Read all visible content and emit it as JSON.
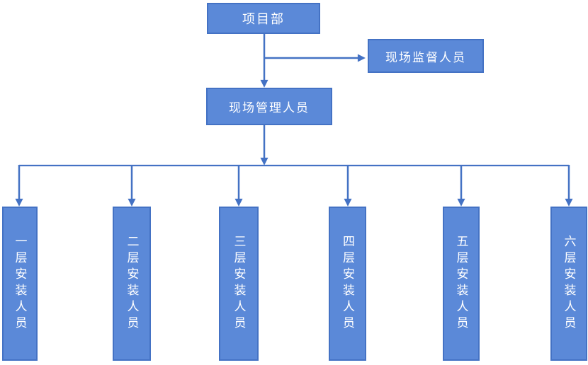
{
  "diagram": {
    "type": "org-chart",
    "colors": {
      "node_fill": "#5b89d8",
      "node_border": "#4472c4",
      "connector": "#4472c4",
      "node_text": "#ffffff",
      "background": "#ffffff"
    },
    "nodes": {
      "project_dept": {
        "label": "项目部"
      },
      "site_supervisors": {
        "label": "现场监督人员"
      },
      "site_managers": {
        "label": "现场管理人员"
      },
      "floors": [
        {
          "label": "一层安装人员"
        },
        {
          "label": "二层安装人员"
        },
        {
          "label": "三层安装人员"
        },
        {
          "label": "四层安装人员"
        },
        {
          "label": "五层安装人员"
        },
        {
          "label": "六层安装人员"
        }
      ]
    },
    "edges": [
      {
        "from": "项目部",
        "to": "现场管理人员"
      },
      {
        "from": "项目部",
        "to": "现场监督人员"
      },
      {
        "from": "现场管理人员",
        "to": "一层安装人员"
      },
      {
        "from": "现场管理人员",
        "to": "二层安装人员"
      },
      {
        "from": "现场管理人员",
        "to": "三层安装人员"
      },
      {
        "from": "现场管理人员",
        "to": "四层安装人员"
      },
      {
        "from": "现场管理人员",
        "to": "五层安装人员"
      },
      {
        "from": "现场管理人员",
        "to": "六层安装人员"
      }
    ]
  }
}
